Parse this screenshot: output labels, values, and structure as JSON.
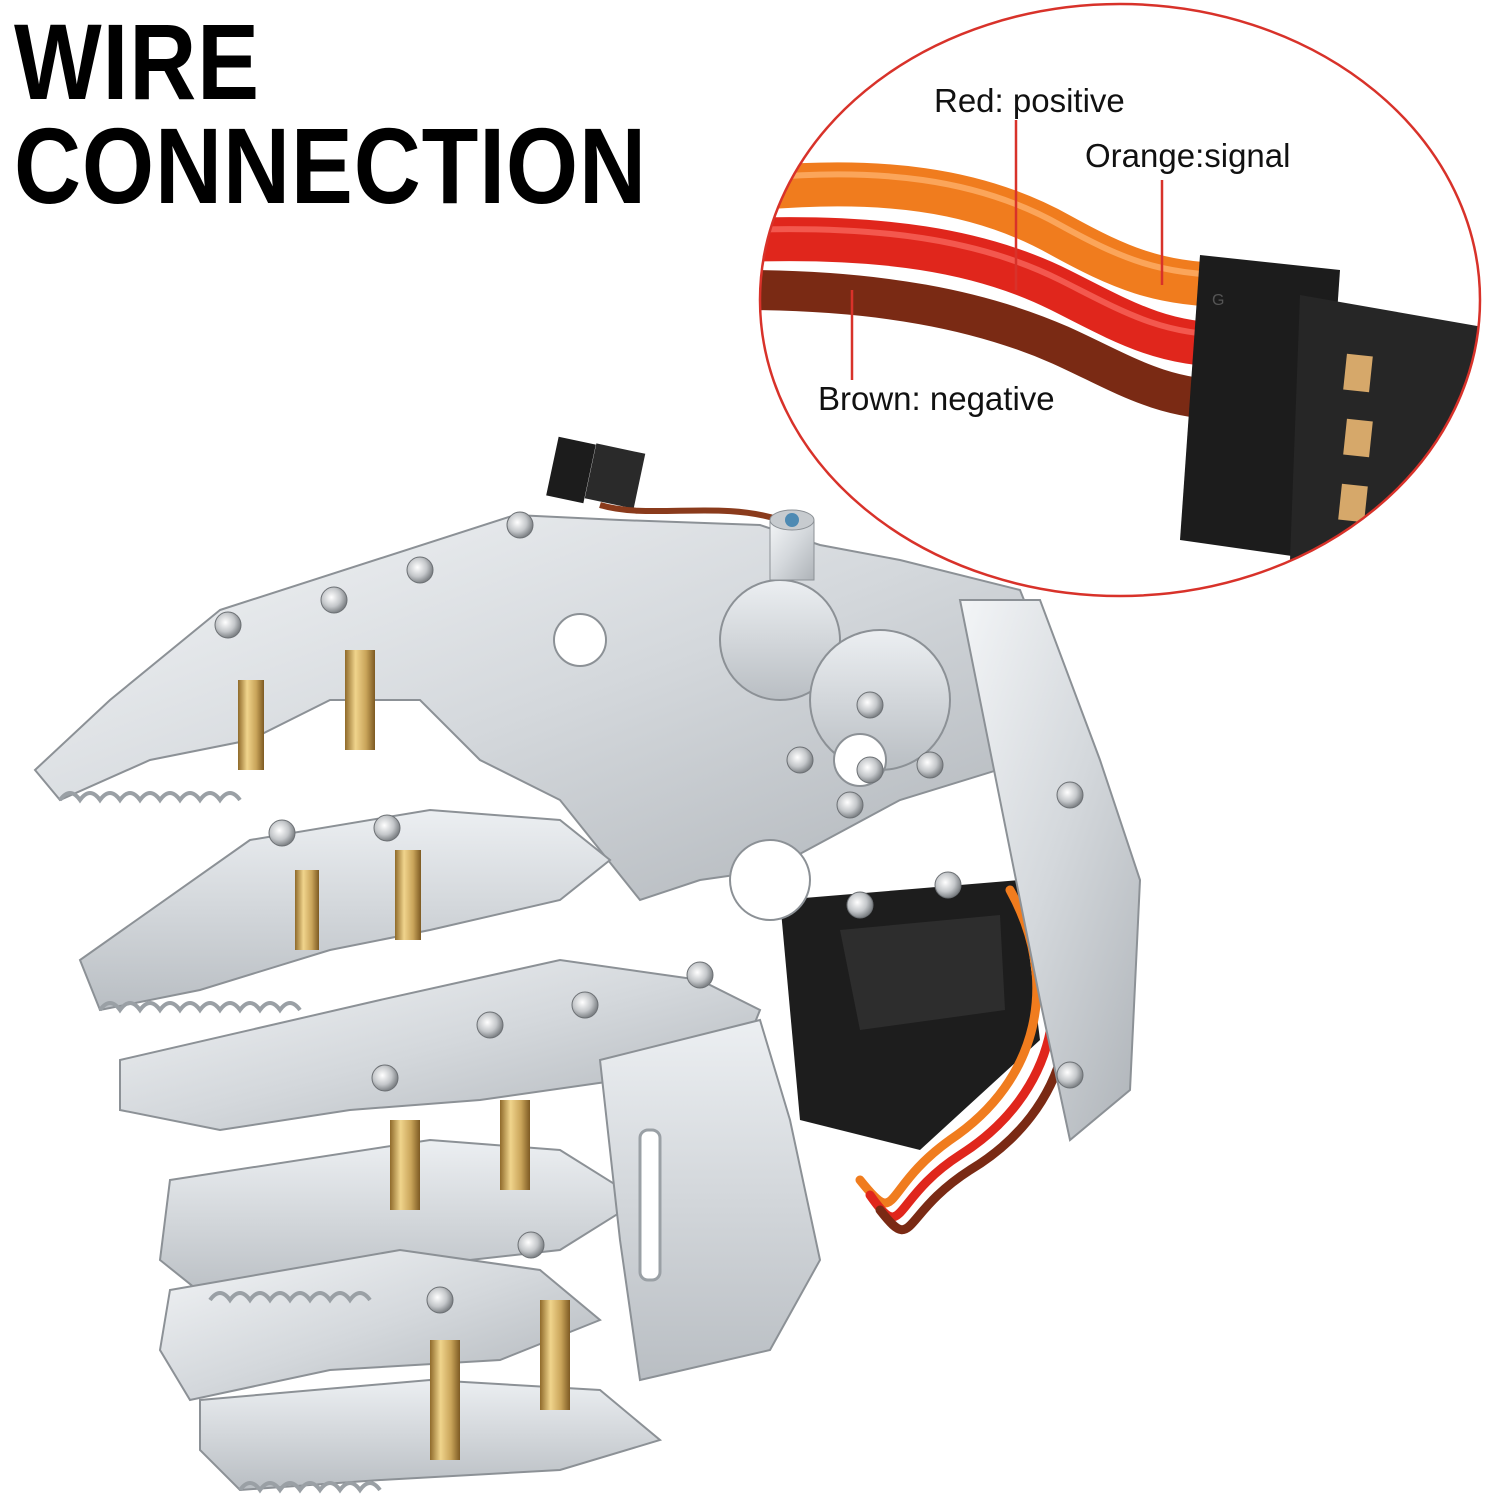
{
  "title": {
    "line1": "WIRE",
    "line2": "CONNECTION"
  },
  "callout": {
    "red_label": "Red: positive",
    "orange_label": "Orange:signal",
    "brown_label": "Brown: negative"
  },
  "colors": {
    "title_text": "#000000",
    "callout_ring": "#d8322a",
    "wire_red": "#e0261c",
    "wire_orange": "#f07c1e",
    "wire_brown": "#7a2a14",
    "connector": "#1c1c1c",
    "aluminum": "#d8dbde",
    "brass": "#c9a45a"
  }
}
